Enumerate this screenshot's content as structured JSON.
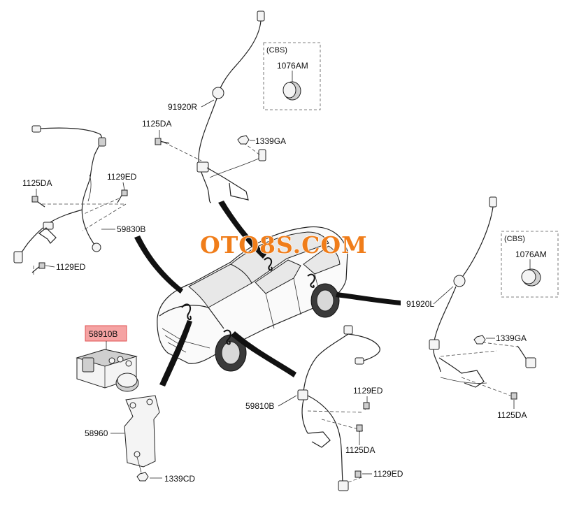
{
  "watermark": "OTO8S.COM",
  "cbs_boxes": [
    {
      "title": "(CBS)",
      "part": "1076AM"
    },
    {
      "title": "(CBS)",
      "part": "1076AM"
    }
  ],
  "parts": {
    "sensor_front_right": "91920R",
    "sensor_front_left": "91920L",
    "sensor_rear_left": "59830B",
    "sensor_rear_right": "59810B",
    "hydraulic_unit": "58910B",
    "bracket": "58960",
    "bolt_a": "1125DA",
    "bolt_b": "1129ED",
    "nut_a": "1339GA",
    "nut_b": "1339CD"
  },
  "colors": {
    "watermark": "#f07d1a",
    "highlight_fill": "#f5a3a3",
    "highlight_stroke": "#e05050"
  }
}
